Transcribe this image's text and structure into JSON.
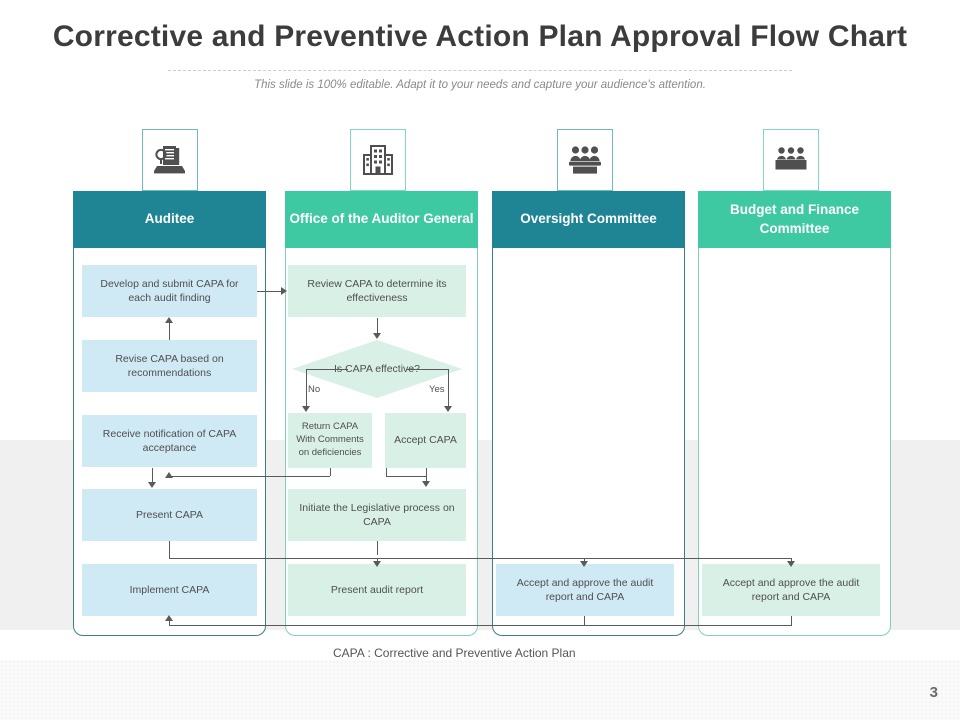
{
  "slide": {
    "title": "Corrective and Preventive Action Plan Approval Flow Chart",
    "subtitle": "This slide is 100% editable. Adapt it to your needs and capture your audience's attention.",
    "legend": "CAPA : Corrective and Preventive Action Plan",
    "page_number": "3"
  },
  "colors": {
    "teal_dark": "#1f8594",
    "green_mint": "#3fc9a3",
    "box_blue": "#cfe9f5",
    "box_mint": "#d8f0e6",
    "connector": "#5a5a5a",
    "band_gray": "#f0f0f0"
  },
  "lanes": [
    {
      "id": "auditee",
      "title": "Auditee",
      "header_color": "#1f8594",
      "box_color": "#cfe9f5",
      "icon": "audit-document-icon",
      "steps": [
        {
          "id": "develop-submit-capa",
          "label": "Develop and submit CAPA for each audit finding"
        },
        {
          "id": "revise-capa",
          "label": "Revise CAPA based on recommendations"
        },
        {
          "id": "receive-notification",
          "label": "Receive notification of CAPA acceptance"
        },
        {
          "id": "present-capa",
          "label": "Present CAPA"
        },
        {
          "id": "implement-capa",
          "label": "Implement CAPA"
        }
      ]
    },
    {
      "id": "office-auditor-general",
      "title": "Office of the Auditor General",
      "header_color": "#3fc9a3",
      "box_color": "#d8f0e6",
      "icon": "office-building-icon",
      "steps": [
        {
          "id": "review-capa",
          "label": "Review CAPA to determine its effectiveness"
        },
        {
          "id": "is-capa-effective",
          "label": "Is CAPA effective?",
          "shape": "diamond"
        },
        {
          "id": "return-capa",
          "label": "Return CAPA With Comments on deficiencies"
        },
        {
          "id": "accept-capa",
          "label": "Accept CAPA"
        },
        {
          "id": "initiate-legislative",
          "label": "Initiate the Legislative process on CAPA"
        },
        {
          "id": "present-audit-report",
          "label": "Present audit report"
        }
      ],
      "branch_labels": {
        "no": "No",
        "yes": "Yes"
      }
    },
    {
      "id": "oversight-committee",
      "title": "Oversight Committee",
      "header_color": "#1f8594",
      "box_color": "#cfe9f5",
      "icon": "committee-people-icon",
      "steps": [
        {
          "id": "accept-approve-oversight",
          "label": "Accept and approve the audit report and CAPA"
        }
      ]
    },
    {
      "id": "budget-finance-committee",
      "title": "Budget and Finance Committee",
      "header_color": "#3fc9a3",
      "box_color": "#d8f0e6",
      "icon": "committee-people-icon",
      "steps": [
        {
          "id": "accept-approve-budget",
          "label": "Accept and approve the audit report and CAPA"
        }
      ]
    }
  ]
}
